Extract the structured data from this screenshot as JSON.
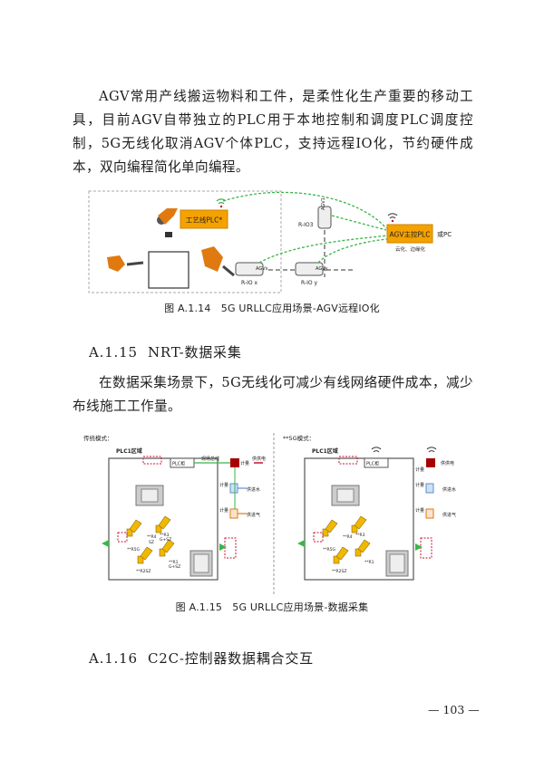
{
  "paragraphs": {
    "p1": "AGV常用产线搬运物料和工件，是柔性化生产重要的移动工具，目前AGV自带独立的PLC用于本地控制和调度PLC调度控制，5G无线化取消AGV个体PLC，支持远程IO化，节约硬件成本，双向编程简化单向编程。",
    "p2": "在数据采集场景下，5G无线化可减少有线网络硬件成本，减少布线施工工作量。"
  },
  "figure1": {
    "caption": "图 A.1.14　5G URLLC应用场景-AGV远程IO化",
    "process_plc": "工艺线PLC*",
    "agv_main_plc": "AGV主控PLC",
    "or_pc": "或PC",
    "cloud_edge": "云化、边缘化",
    "agv1": "AGV1",
    "rio3": "R-IO3",
    "agvx": "AGVx",
    "agvy": "AGVy",
    "riox": "R-IO x",
    "rioy": "R-IO y"
  },
  "section_a115": {
    "number": "A.1.15",
    "title": "NRT-数据采集"
  },
  "figure2": {
    "caption": "图 A.1.15　5G URLLC应用场景-数据采集",
    "left_title": "传统模式：",
    "right_title": "**5G模式：",
    "zone": "PLC1区域",
    "plc_box": "PLC柜",
    "bus": "现场总线",
    "meter": "计量",
    "power": "供供电",
    "water": "供进水",
    "gas": "供进气",
    "r4": "**R4",
    "r3": "**R3",
    "r1": "**R1",
    "r1sz": "**R1SZ",
    "r2sz": "**R2SZ",
    "r5g": "**R5G",
    "gsz": "G+SZ",
    "sz": "SZ"
  },
  "section_a116": {
    "number": "A.1.16",
    "title": "C2C-控制器数据耦合交互"
  },
  "page_number": "— 103 —",
  "colors": {
    "orange_plc": "#f5a100",
    "green_dashed": "#3bb54a",
    "robot_orange": "#e07a10",
    "red_marker": "#c8102e",
    "blue_box": "#5b8fd1"
  }
}
